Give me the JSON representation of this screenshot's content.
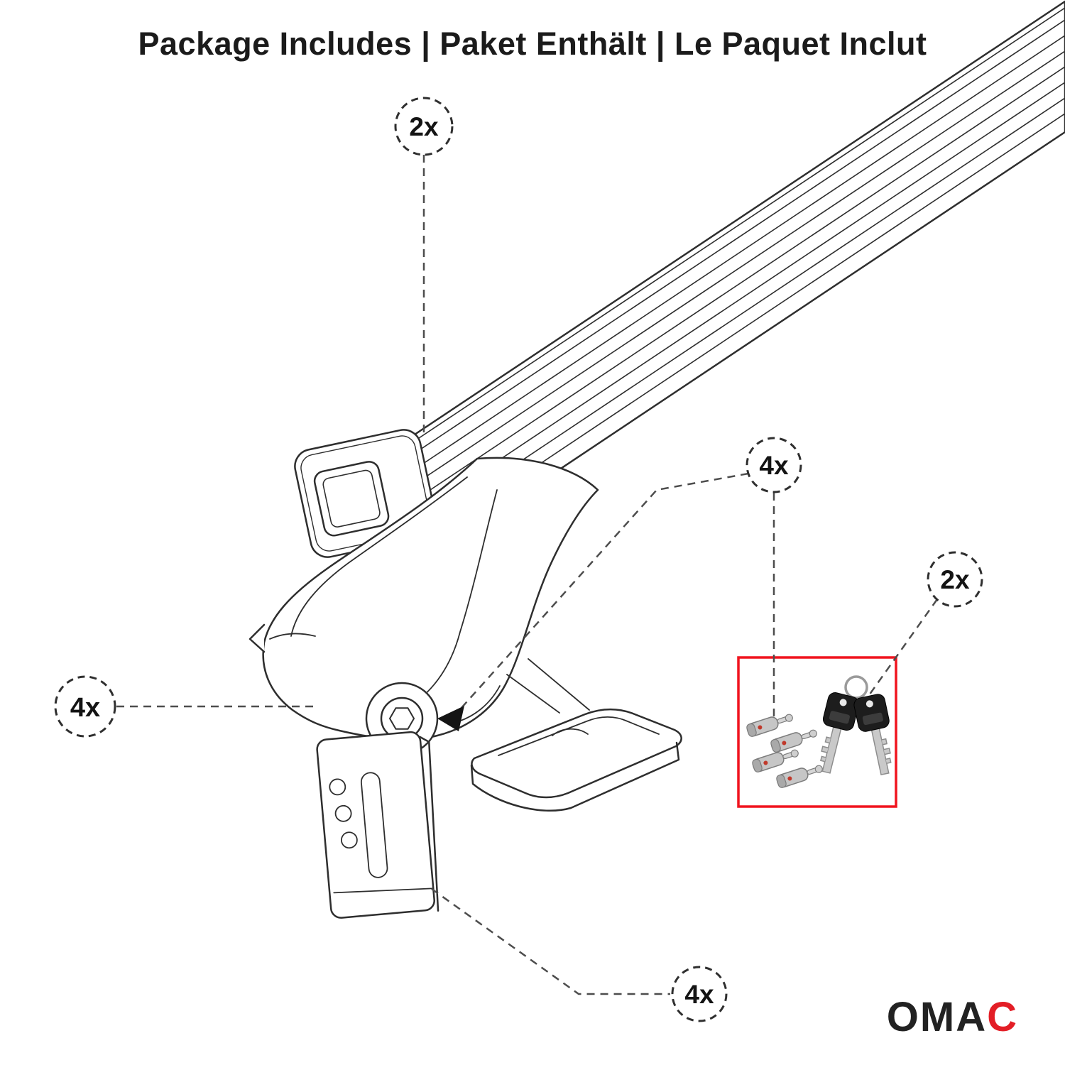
{
  "title": "Package Includes | Paket Enthält | Le Paquet Inclut",
  "callouts": [
    {
      "id": "crossbar",
      "label": "2x"
    },
    {
      "id": "lock-bolts",
      "label": "4x"
    },
    {
      "id": "keys",
      "label": "2x"
    },
    {
      "id": "mounting-feet",
      "label": "4x"
    },
    {
      "id": "clamp-plates",
      "label": "4x"
    }
  ],
  "logo": {
    "text_main": "OMA",
    "text_accent": "C"
  },
  "colors": {
    "accent_red": "#ed1c24",
    "line": "#2e2e2e",
    "dashed_leader": "#4d4d4d"
  },
  "icons": {
    "lock_cylinders": "lock-cylinders-photo",
    "keys": "keys-photo"
  }
}
